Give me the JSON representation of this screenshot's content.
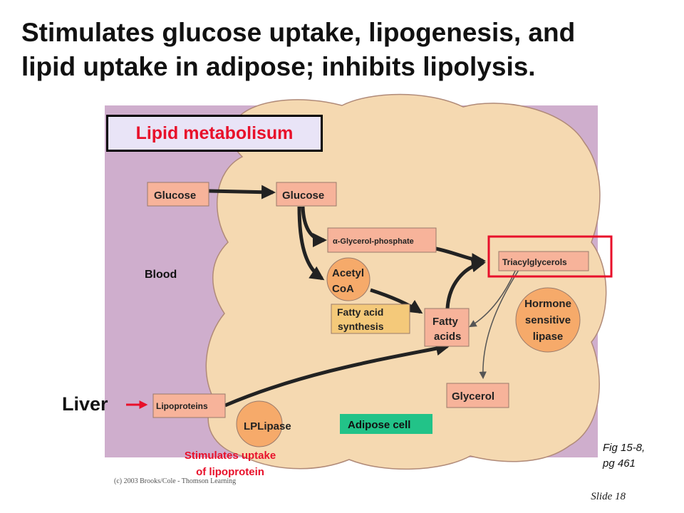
{
  "title": {
    "line1": "Stimulates glucose uptake, lipogenesis, and",
    "line2": "lipid uptake in adipose; inhibits lipolysis."
  },
  "diagram": {
    "header": "Lipid metabolisum",
    "blood_label": "Blood",
    "glucose_blood": "Glucose",
    "glucose_cell": "Glucose",
    "glycerol_phosphate": "α-Glycerol-phosphate",
    "triacylglycerols": "Triacylglycerols",
    "acetyl_coa_line1": "Acetyl",
    "acetyl_coa_line2": "CoA",
    "fatty_acid_synthesis_line1": "Fatty acid",
    "fatty_acid_synthesis_line2": "synthesis",
    "fatty_acids_line1": "Fatty",
    "fatty_acids_line2": "acids",
    "hormone_line1": "Hormone",
    "hormone_line2": "sensitive",
    "hormone_line3": "lipase",
    "glycerol": "Glycerol",
    "lipoproteins": "Lipoproteins",
    "lplipase": "LPLipase",
    "adipose_cell": "Adipose cell",
    "liver": "Liver",
    "stimulates_line1": "Stimulates uptake",
    "stimulates_line2": "of lipoprotein",
    "copyright": "(c) 2003 Brooks/Cole - Thomson Learning"
  },
  "fig_ref_line1": "Fig 15-8,",
  "fig_ref_line2": "pg 461",
  "slide_number": "Slide 18",
  "colors": {
    "blood_bg": "#cfaecd",
    "cell_fill": "#f5d9b1",
    "box_salmon": "#f7b39a",
    "circle_orange": "#f6aa6a",
    "synthesis_box": "#f4c97a",
    "adipose_label": "#22c388",
    "highlight_red": "#e8102a"
  }
}
